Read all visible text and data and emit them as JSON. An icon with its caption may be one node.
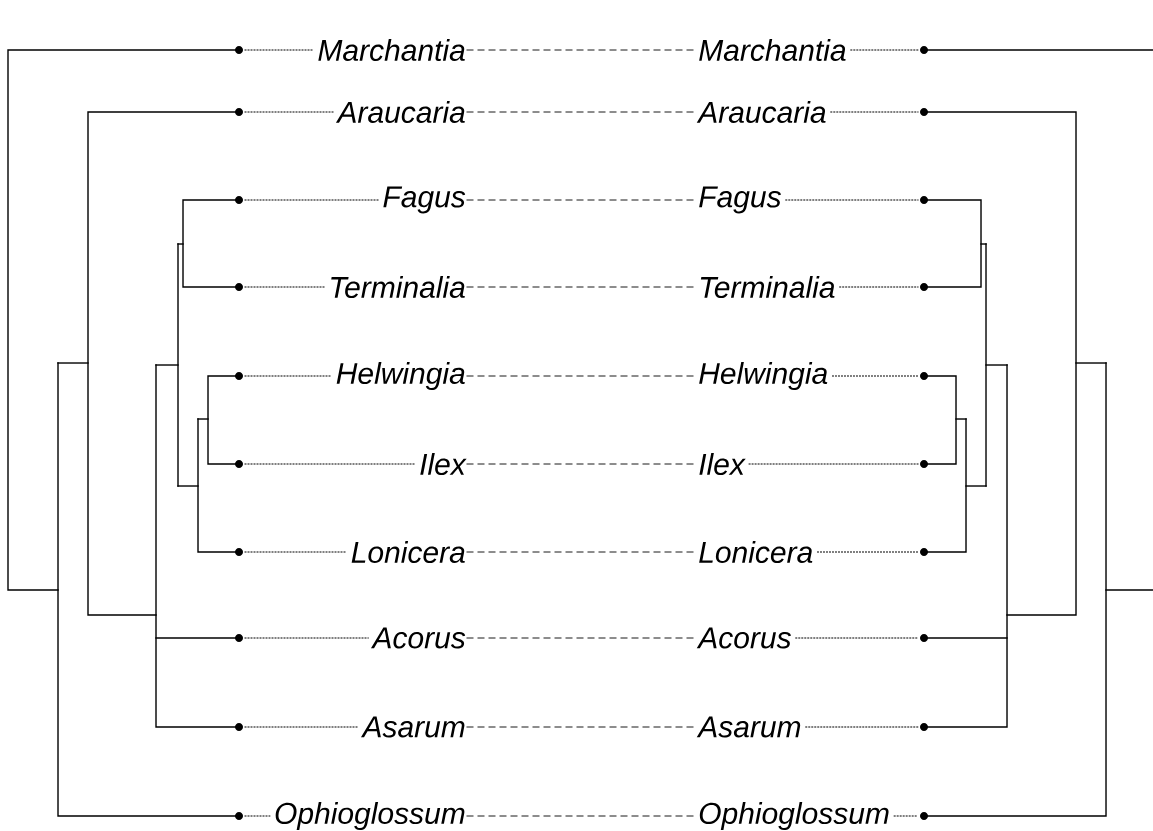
{
  "diagram": {
    "nodes": [
      {
        "text": [
          "Marchantia"
        ]
      },
      {
        "text": [
          "Araucaria"
        ]
      },
      {
        "text": [
          "Fagus"
        ]
      },
      {
        "text": [
          "Terminalia"
        ]
      },
      {
        "text": [
          "Helwingia"
        ]
      },
      {
        "text": [
          "Ilex"
        ]
      },
      {
        "text": [
          "Lonicera"
        ]
      },
      {
        "text": [
          "Acorus"
        ]
      },
      {
        "text": [
          "Asarum"
        ]
      },
      {
        "text": [
          "Ophioglossum"
        ]
      },
      {
        "text": [
          "Marchantia"
        ]
      },
      {
        "text": [
          "Araucaria"
        ]
      },
      {
        "text": [
          "Fagus"
        ]
      },
      {
        "text": [
          "Terminalia"
        ]
      },
      {
        "text": [
          "Helwingia"
        ]
      },
      {
        "text": [
          "Ilex"
        ]
      },
      {
        "text": [
          "Lonicera"
        ]
      },
      {
        "text": [
          "Acorus"
        ]
      },
      {
        "text": [
          "Asarum"
        ]
      },
      {
        "text": [
          "Ophioglossum"
        ]
      }
    ],
    "edges": [
      {
        "from": 0,
        "to": 10,
        "arrow": "none",
        "style": "dashed"
      },
      {
        "from": 1,
        "to": 11,
        "arrow": "none",
        "style": "dashed"
      },
      {
        "from": 2,
        "to": 12,
        "arrow": "none",
        "style": "dashed"
      },
      {
        "from": 3,
        "to": 13,
        "arrow": "none",
        "style": "dashed"
      },
      {
        "from": 4,
        "to": 14,
        "arrow": "none",
        "style": "dashed"
      },
      {
        "from": 5,
        "to": 15,
        "arrow": "none",
        "style": "dashed"
      },
      {
        "from": 6,
        "to": 16,
        "arrow": "none",
        "style": "dashed"
      },
      {
        "from": 7,
        "to": 17,
        "arrow": "none",
        "style": "dashed"
      },
      {
        "from": 8,
        "to": 18,
        "arrow": "none",
        "style": "dashed"
      },
      {
        "from": 9,
        "to": 19,
        "arrow": "none",
        "style": "dashed"
      }
    ]
  }
}
